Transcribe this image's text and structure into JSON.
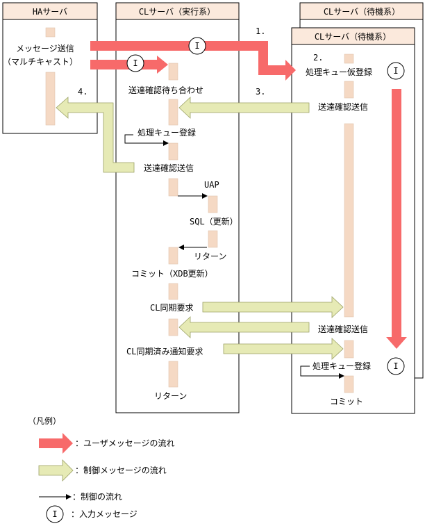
{
  "boxes": {
    "ha": "HAサーバ",
    "cl_active": "CLサーバ（実行系）",
    "cl_standby_back": "CLサーバ（待機系）",
    "cl_standby": "CLサーバ（待機系）"
  },
  "labels": {
    "msg_send_1": "メッセージ送信",
    "msg_send_2": "（マルチキャスト）",
    "ack_wait": "送達確認待ち合わせ",
    "queue_reg_active": "処理キュー登録",
    "ack_send_active": "送達確認送信",
    "uap": "UAP",
    "sql": "SQL（更新）",
    "return_uap": "リターン",
    "commit_xdb": "コミット（XDB更新）",
    "cl_sync_req": "CL同期要求",
    "cl_sync_done_req": "CL同期済み通知要求",
    "return_final": "リターン",
    "queue_temp_reg": "処理キュー仮登録",
    "ack_send_standby_1": "送達確認送信",
    "ack_send_standby_2": "送達確認送信",
    "queue_reg_standby": "処理キュー登録",
    "commit_standby": "コミット"
  },
  "steps": {
    "s1": "1.",
    "s2": "2.",
    "s3": "3.",
    "s4": "4."
  },
  "input_mark": "I",
  "legend": {
    "title": "（凡例）",
    "user_flow": "：ユーザメッセージの流れ",
    "control_msg_flow": "：制御メッセージの流れ",
    "control_flow": "：制御の流れ",
    "input_msg": "：入力メッセージ"
  },
  "colors": {
    "user_arrow": "#f76a6a",
    "control_arrow": "#e6eab5",
    "control_arrow_stroke": "#9aa064",
    "activation": "#f5d9c4",
    "activation_stroke": "#d9b89e",
    "header_fill": "#fbe9dc"
  }
}
